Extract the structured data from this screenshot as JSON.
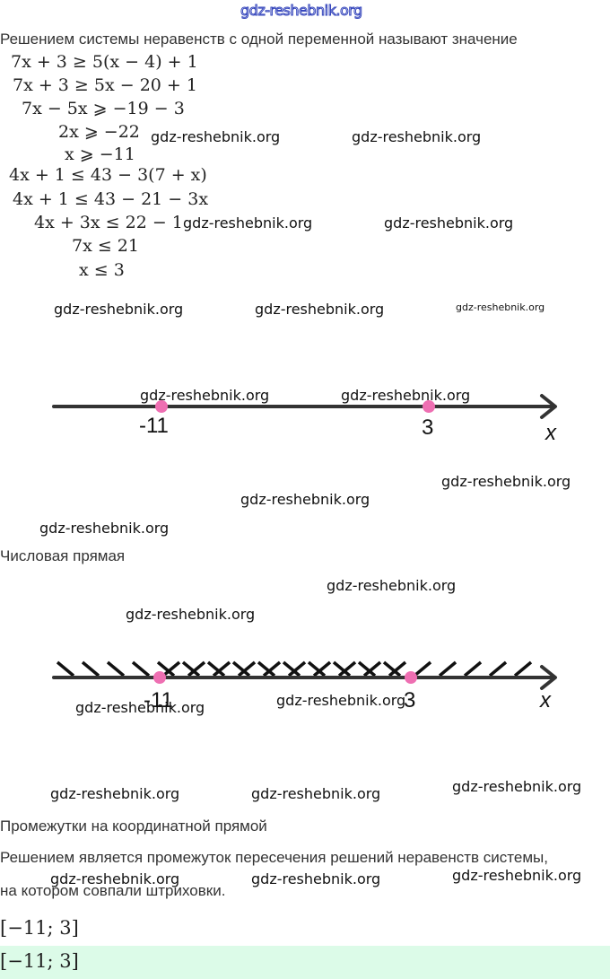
{
  "header": {
    "watermark": "gdz-reshebnik.org"
  },
  "intro_text": "Решением системы неравенств с одной переменной называют значение",
  "inequality1_steps": [
    "7x + 3  ≥  5(x − 4) + 1",
    "7x + 3  ≥  5x − 20 + 1",
    "7x − 5x  ⩾  −19 − 3",
    "2x  ⩾  −22",
    "x  ⩾  −11"
  ],
  "inequality2_steps": [
    "4x + 1  ≤  43 − 3(7 + x)",
    "4x + 1  ≤  43 − 21 − 3x",
    "4x + 3x  ≤  22 − 1",
    "7x  ≤  21",
    "x  ≤  3"
  ],
  "number_line_1": {
    "points": [
      {
        "label": "-11",
        "value": -11
      },
      {
        "label": "3",
        "value": 3
      }
    ],
    "axis_label": "x",
    "point_color": "#ee6fb2"
  },
  "caption_1": "Числовая прямая",
  "number_line_2": {
    "points": [
      {
        "label": "-11",
        "value": -11
      },
      {
        "label": "3",
        "value": 3
      }
    ],
    "axis_label": "x",
    "hatching": [
      {
        "from": "-inf",
        "to": 3,
        "direction": "backslash"
      },
      {
        "from": -11,
        "to": "+inf",
        "direction": "slash"
      }
    ],
    "point_color": "#ee6fb2"
  },
  "caption_2": "Промежутки на координатной прямой",
  "conclusion_line1": "Решением является промежуток пересечения решений неравенств системы,",
  "conclusion_line2": "на котором совпали штриховки.",
  "result": "[−11; 3]",
  "answer": "[−11; 3]",
  "watermark_text": "gdz-reshebnik.org"
}
